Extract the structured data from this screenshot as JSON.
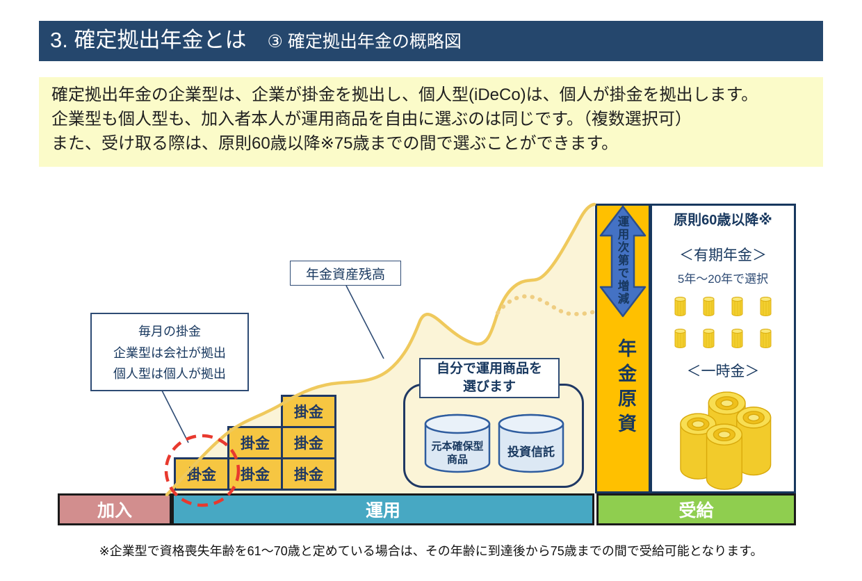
{
  "header": {
    "title": "3. 確定拠出年金とは",
    "subtitle": "③ 確定拠出年金の概略図"
  },
  "intro": {
    "line1": "確定拠出年金の企業型は、企業が掛金を拠出し、個人型(iDeCo)は、個人が掛金を拠出します。",
    "line2": "企業型も個人型も、加入者本人が運用商品を自由に選ぶのは同じです。（複数選択可）",
    "line3": "また、受け取る際は、原則60歳以降※75歳までの間で選ぶことができます。"
  },
  "diagram": {
    "asset_balance_label": "年金資産残高",
    "monthly_contribution_box": {
      "line1": "毎月の掛金",
      "line2": "企業型は会社が拠出",
      "line3": "個人型は個人が拠出"
    },
    "contribution_label": "掛金",
    "choose_products_box": {
      "line1": "自分で運用商品を",
      "line2": "選びます"
    },
    "product_principal": {
      "line1": "元本確保型",
      "line2": "商品"
    },
    "product_trust": "投資信託",
    "fluctuation_arrow_label": "運用次第で増減",
    "pension_principal_label": "年金原資",
    "receive_panel": {
      "title": "原則60歳以降※",
      "term_annuity_label": "＜有期年金＞",
      "term_annuity_note": "5年～20年で選択",
      "lump_sum_label": "＜一時金＞"
    },
    "phases": [
      {
        "label": "加入",
        "color": "#D28E8E"
      },
      {
        "label": "運用",
        "color": "#47A8C3"
      },
      {
        "label": "受給",
        "color": "#8FCE4F"
      }
    ]
  },
  "footnote": "※企業型で資格喪失年齢を61～70歳と定めている場合は、その年齢に到達後から75歳までの間で受給可能となります。",
  "colors": {
    "header_bg": "#25476D",
    "intro_bg": "#FBFBC9",
    "navy": "#1F3864",
    "gold_box": "#F6C642",
    "curve": "#EFC95C",
    "curve_fill": "#FBF4D7",
    "dotted_curve": "#EFCE82",
    "orange_bar": "#FFC000",
    "arrow_blue": "#4472C4",
    "red_dash": "#E8392E"
  }
}
